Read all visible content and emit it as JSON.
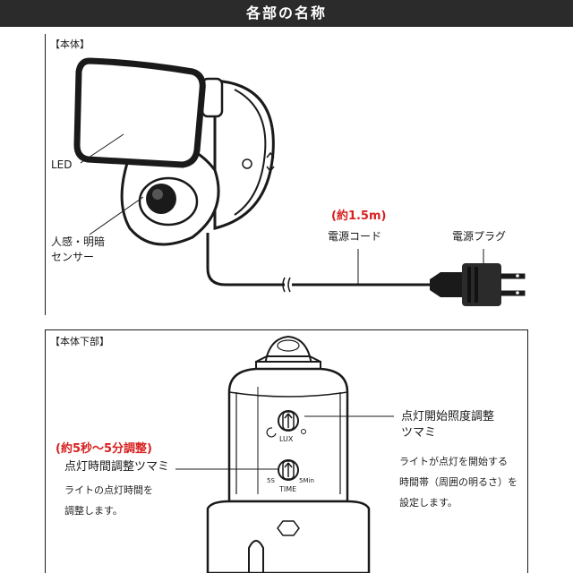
{
  "header": {
    "title": "各部の名称"
  },
  "body_section": {
    "title": "【本体】",
    "led_label": "LED",
    "sensor_label_line1": "人感・明暗",
    "sensor_label_line2": "センサー",
    "cord_length": "(約1.5m)",
    "cord_label": "電源コード",
    "plug_label": "電源プラグ"
  },
  "bottom_section": {
    "title": "【本体下部】",
    "lux_dial_title": "点灯開始照度調整",
    "lux_dial_title2": "ツマミ",
    "lux_desc_line1": "ライトが点灯を開始する",
    "lux_desc_line2": "時間帯（周囲の明るさ）を",
    "lux_desc_line3": "設定します。",
    "lux_caption": "LUX",
    "time_range": "(約5秒〜5分調整)",
    "time_dial_title": "点灯時間調整ツマミ",
    "time_desc_line1": "ライトの点灯時間を",
    "time_desc_line2": "調整します。",
    "time_caption": "TIME",
    "time_min": "5S",
    "time_max": "5Min"
  },
  "colors": {
    "header_bg": "#2b2b2b",
    "accent_red": "#d92020",
    "line": "#1a1a1a"
  }
}
